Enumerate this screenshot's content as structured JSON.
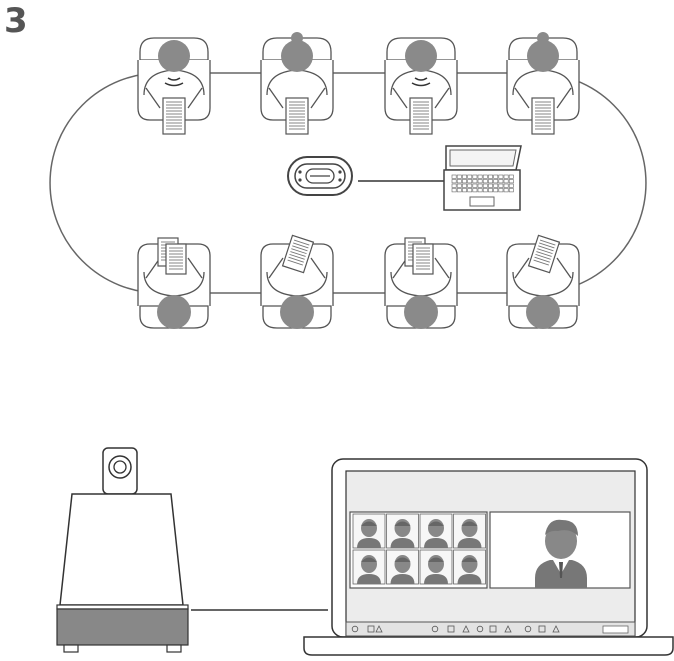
{
  "step": {
    "number": "3"
  },
  "colors": {
    "line": "#555555",
    "head": "#8a8a8a",
    "seat_fill": "#ffffff",
    "paper_fill": "#ffffff",
    "screen_fill": "#ececec",
    "panel_fill": "#ffffff"
  },
  "top_diagram": {
    "table": "oval-conference-table",
    "top_row": [
      {
        "hair": "short",
        "speaking": true
      },
      {
        "hair": "bun",
        "speaking": false
      },
      {
        "hair": "short",
        "speaking": true
      },
      {
        "hair": "bun",
        "speaking": false
      }
    ],
    "bottom_row": [
      {
        "papers": "stack"
      },
      {
        "papers": "single"
      },
      {
        "papers": "stack"
      },
      {
        "papers": "single"
      }
    ],
    "center_device": "speakerphone",
    "laptop": "laptop-with-keyboard"
  },
  "bottom_diagram": {
    "device": "camera-speaker-unit",
    "laptop_screen": {
      "participant_tiles": 8,
      "main_speaker": "presenter-in-suit"
    }
  }
}
